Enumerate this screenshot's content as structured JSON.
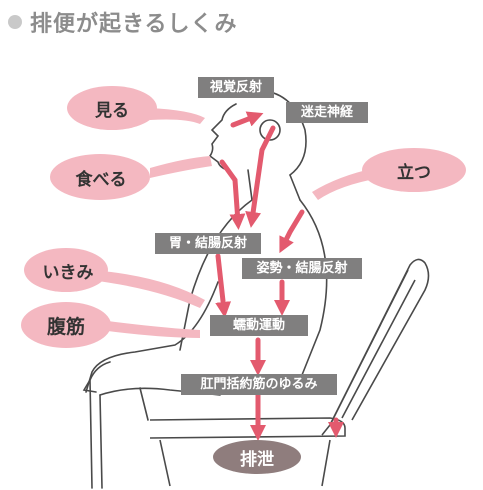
{
  "title": "排便が起きるしくみ",
  "colors": {
    "cloud_fill": "#f4b8c1",
    "arrow_red": "#e35a6e",
    "box_gray": "#807f7f",
    "oval_fill": "#8f7d7d",
    "title_gray": "#8c8c8c"
  },
  "stimuli": {
    "see": "見る",
    "eat": "食べる",
    "stand": "立つ",
    "strain": "いきみ",
    "abdominal": "腹筋"
  },
  "reflexes": {
    "visual": "視覚反射",
    "vagus": "迷走神経",
    "gastrocolic": "胃・結腸反射",
    "postural": "姿勢・結腸反射",
    "peristalsis": "蠕動運動",
    "sphincter": "肛門括約筋のゆるみ",
    "defecation": "排泄"
  }
}
